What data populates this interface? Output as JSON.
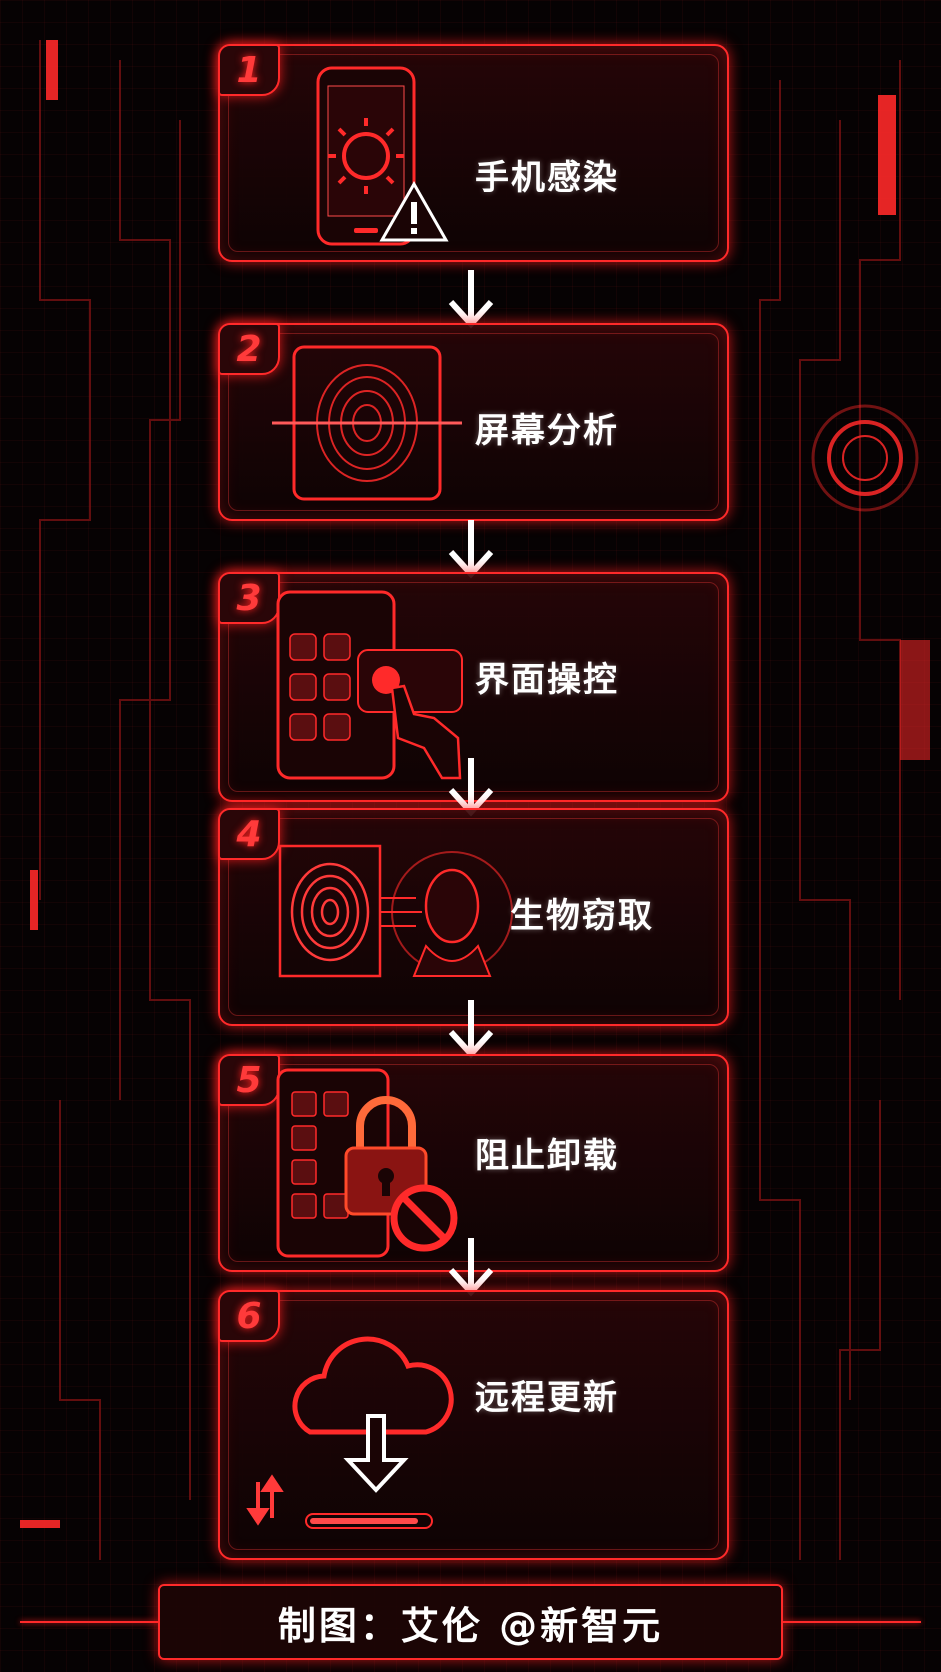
{
  "steps": [
    {
      "number": "1",
      "label": "手机感染",
      "icon": "infected-phone-icon"
    },
    {
      "number": "2",
      "label": "屏幕分析",
      "icon": "fingerprint-scan-icon"
    },
    {
      "number": "3",
      "label": "界面操控",
      "icon": "touch-control-icon"
    },
    {
      "number": "4",
      "label": "生物窃取",
      "icon": "biometric-theft-icon"
    },
    {
      "number": "5",
      "label": "阻止卸载",
      "icon": "lock-block-icon"
    },
    {
      "number": "6",
      "label": "远程更新",
      "icon": "cloud-download-icon"
    }
  ],
  "footer": {
    "credit": "制图：艾伦 @新智元"
  },
  "colors": {
    "accent": "#ff2a2a",
    "background": "#060203",
    "text": "#ffffff"
  }
}
